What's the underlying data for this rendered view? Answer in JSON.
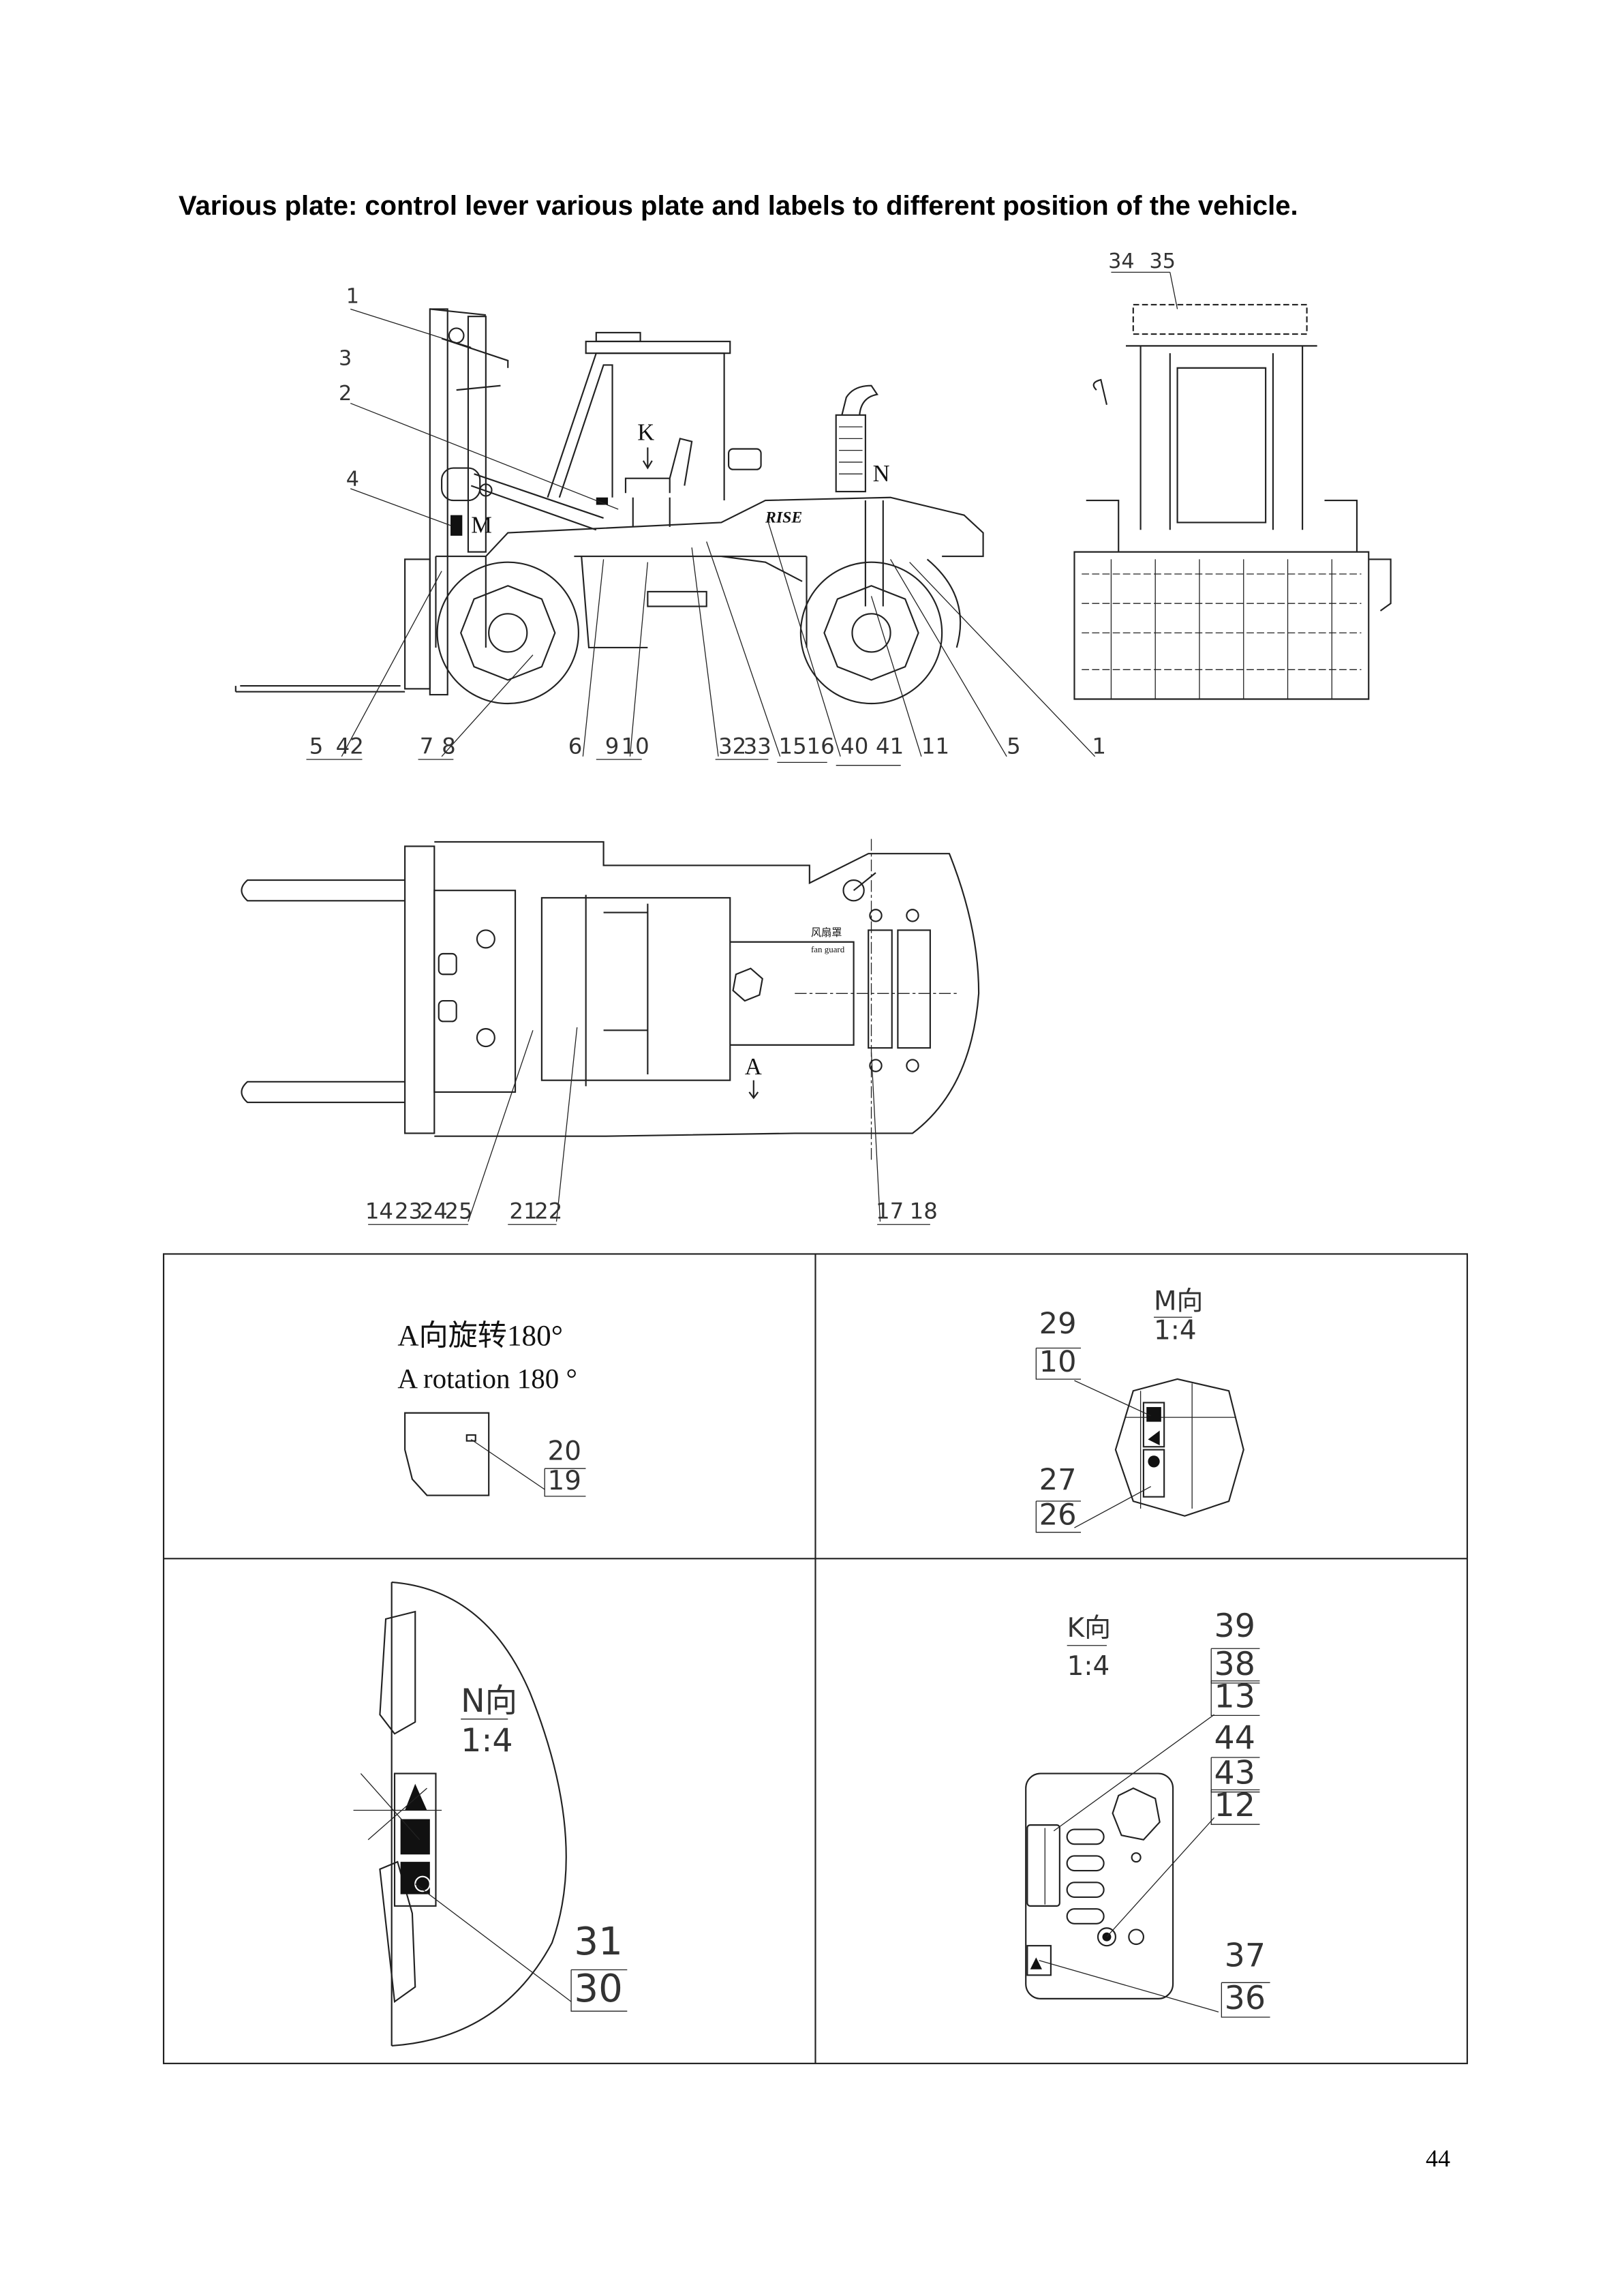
{
  "page": {
    "title": "Various plate: control lever various plate and labels to different position of the vehicle.",
    "page_number": "44"
  },
  "side_view": {
    "callouts_left": [
      "1",
      "3",
      "2",
      "4"
    ],
    "callouts_bottom": [
      "5",
      "42",
      "7",
      "8",
      "6",
      "9",
      "10",
      "32",
      "33",
      "15",
      "16",
      "40",
      "41",
      "11",
      "5",
      "1"
    ],
    "markers": {
      "k": "K",
      "n": "N",
      "m": "M"
    },
    "logo_text": "RISE"
  },
  "front_view": {
    "callouts": [
      "34",
      "35"
    ]
  },
  "top_view": {
    "callouts": [
      "14",
      "23",
      "24",
      "25",
      "21",
      "22",
      "17",
      "18"
    ],
    "marker": "A",
    "fan_guard_cn": "风扇罩",
    "fan_guard_en": "fan guard"
  },
  "detail_a": {
    "title_cn": "A向旋转180°",
    "title_en": "A rotation 180 °",
    "callouts": [
      "20",
      "19"
    ]
  },
  "detail_m": {
    "view": "M向",
    "scale": "1:4",
    "callouts": [
      "29",
      "10",
      "27",
      "26"
    ]
  },
  "detail_n": {
    "view": "N向",
    "scale": "1:4",
    "callouts": [
      "31",
      "30"
    ]
  },
  "detail_k": {
    "view": "K向",
    "scale": "1:4",
    "callouts": [
      "39",
      "38",
      "13",
      "44",
      "43",
      "12",
      "37",
      "36"
    ]
  }
}
